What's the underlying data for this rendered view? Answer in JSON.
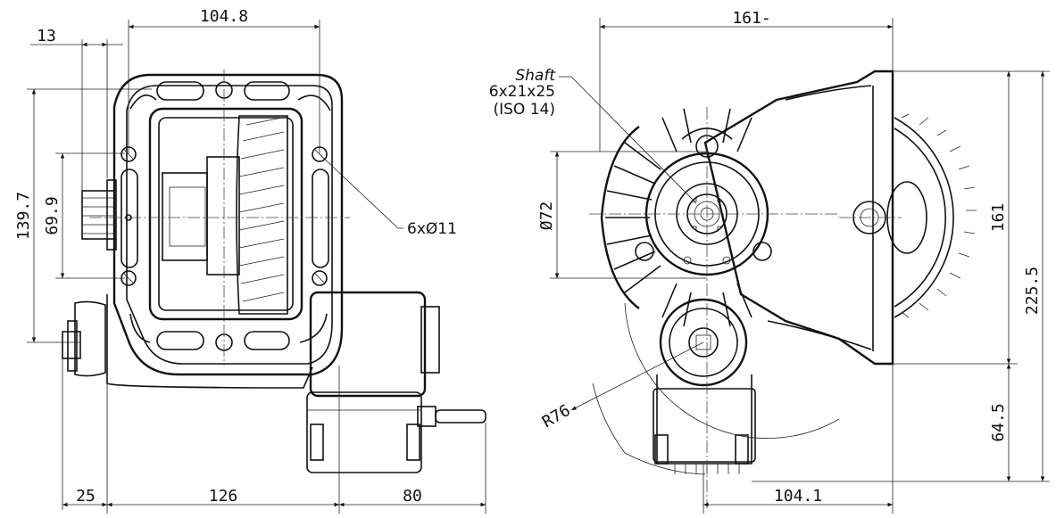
{
  "dimensions": {
    "d_104_8": "104.8",
    "d_13": "13",
    "d_139_7": "139.7",
    "d_69_9": "69.9",
    "d_25": "25",
    "d_126": "126",
    "d_80": "80",
    "d_161_top": "161-",
    "d_72": "Ø72",
    "d_161_side": "161",
    "d_225_5": "225.5",
    "d_64_5": "64.5",
    "d_104_1": "104.1",
    "d_r76": "R76"
  },
  "callouts": {
    "holes": "6xØ11",
    "shaft_title": "Shaft",
    "shaft_spec": "6x21x25",
    "shaft_standard": "(ISO 14)"
  }
}
